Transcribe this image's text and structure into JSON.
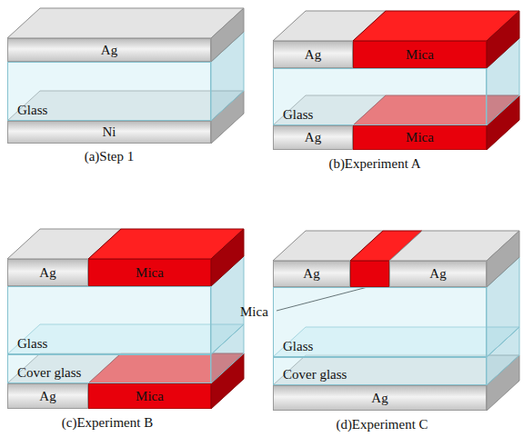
{
  "diagram": {
    "nodes": [
      {
        "text": [
          "Ag"
        ]
      },
      {
        "text": [
          "Glass"
        ]
      },
      {
        "text": [
          "Ni"
        ]
      },
      {
        "text": [
          "Ag"
        ]
      },
      {
        "text": [
          "Mica"
        ]
      },
      {
        "text": [
          "Glass"
        ]
      },
      {
        "text": [
          "Ag"
        ]
      },
      {
        "text": [
          "Mica"
        ]
      },
      {
        "text": [
          "Ag"
        ]
      },
      {
        "text": [
          "Mica"
        ]
      },
      {
        "text": [
          "Glass"
        ]
      },
      {
        "text": [
          "Cover glass"
        ]
      },
      {
        "text": [
          "Ag"
        ]
      },
      {
        "text": [
          "Mica"
        ]
      },
      {
        "text": [
          "Ag"
        ]
      },
      {
        "text": [
          "Mica"
        ]
      },
      {
        "text": [
          "Ag"
        ]
      },
      {
        "text": [
          "Glass"
        ]
      },
      {
        "text": [
          "Cover glass"
        ]
      },
      {
        "text": [
          "Ag"
        ]
      }
    ],
    "labels": [
      "(a)Step 1",
      "(b)Experiment A",
      "(c)Experiment B",
      "(d)Experiment C"
    ]
  }
}
